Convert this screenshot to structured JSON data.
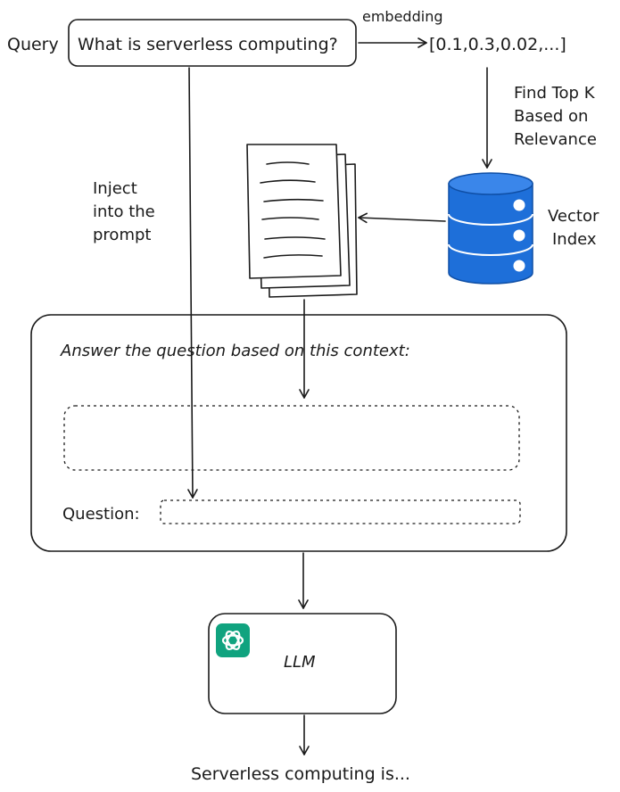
{
  "query": {
    "label": "Query",
    "text": "What is serverless computing?"
  },
  "embedding": {
    "label": "embedding",
    "vector": "[0.1,0.3,0.02,...]"
  },
  "retrieval": {
    "line1": "Find Top K",
    "line2": "Based on",
    "line3": "Relevance"
  },
  "vector_index": {
    "line1": "Vector",
    "line2": "Index",
    "color": "#1e6fd9"
  },
  "inject": {
    "line1": "Inject",
    "line2": "into the",
    "line3": "prompt"
  },
  "prompt": {
    "instruction": "Answer the question based on this context:",
    "question_label": "Question:"
  },
  "llm": {
    "label": "LLM",
    "logo_color": "#10a37f",
    "logo_icon": "openai-logo-icon"
  },
  "output": {
    "text": "Serverless computing is..."
  }
}
